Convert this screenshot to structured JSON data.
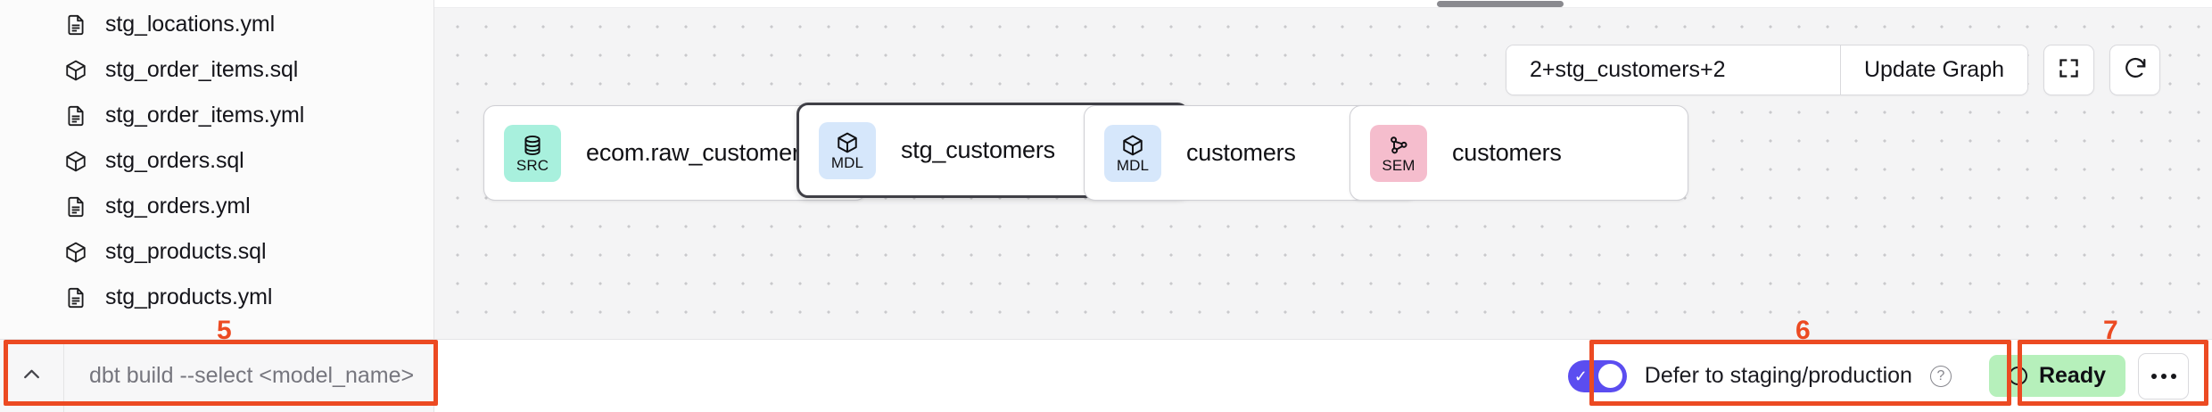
{
  "sidebar": {
    "files": [
      {
        "name": "stg_locations.yml",
        "icon": "yaml-file-icon",
        "type": "yml"
      },
      {
        "name": "stg_order_items.sql",
        "icon": "model-cube-icon",
        "type": "sql"
      },
      {
        "name": "stg_order_items.yml",
        "icon": "yaml-file-icon",
        "type": "yml"
      },
      {
        "name": "stg_orders.sql",
        "icon": "model-cube-icon",
        "type": "sql"
      },
      {
        "name": "stg_orders.yml",
        "icon": "yaml-file-icon",
        "type": "yml"
      },
      {
        "name": "stg_products.sql",
        "icon": "model-cube-icon",
        "type": "sql"
      },
      {
        "name": "stg_products.yml",
        "icon": "yaml-file-icon",
        "type": "yml"
      }
    ]
  },
  "graph_toolbar": {
    "selector_value": "2+stg_customers+2",
    "selector_placeholder": "2+stg_customers+2",
    "update_graph_label": "Update Graph",
    "fullscreen_icon": "fullscreen-icon",
    "refresh_icon": "refresh-icon"
  },
  "lineage": {
    "nodes": [
      {
        "id": "src-ecom-raw-customers",
        "badge": "SRC",
        "badge_icon": "database-icon",
        "label": "ecom.raw_customers",
        "selected": false,
        "badge_color": "#a8f0dd"
      },
      {
        "id": "mdl-stg-customers",
        "badge": "MDL",
        "badge_icon": "cube-icon",
        "label": "stg_customers",
        "selected": true,
        "badge_color": "#d6e7fb"
      },
      {
        "id": "mdl-customers",
        "badge": "MDL",
        "badge_icon": "cube-icon",
        "label": "customers",
        "selected": false,
        "badge_color": "#d6e7fb"
      },
      {
        "id": "sem-customers",
        "badge": "SEM",
        "badge_icon": "network-icon",
        "label": "customers",
        "selected": false,
        "badge_color": "#f5bdcd"
      }
    ]
  },
  "command_bar": {
    "collapse_icon": "chevron-up-icon",
    "command_value": "dbt build --select <model_name>",
    "command_placeholder": "dbt build --select <model_name>"
  },
  "status_bar": {
    "defer_label": "Defer to staging/production",
    "defer_toggle_on": true,
    "help_icon": "help-circle-icon",
    "status_label": "Ready",
    "status_color": "#b6f0bb",
    "status_icon": "circle-icon",
    "more_icon": "kebab-menu-icon"
  },
  "annotations": [
    {
      "number": "5",
      "target": "command-bar"
    },
    {
      "number": "6",
      "target": "defer-toggle-group"
    },
    {
      "number": "7",
      "target": "status-group"
    }
  ],
  "colors": {
    "accent_purple": "#5b4df0",
    "annotation_red": "#ec4a22",
    "status_green": "#b6f0bb",
    "badge_src": "#a8f0dd",
    "badge_mdl": "#d6e7fb",
    "badge_sem": "#f5bdcd"
  }
}
